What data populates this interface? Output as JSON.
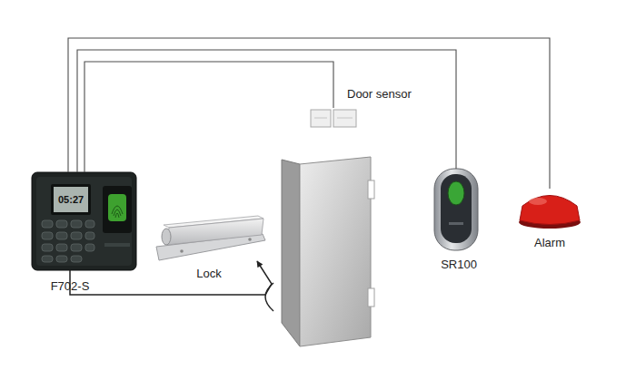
{
  "diagram": {
    "nodes": [
      {
        "text": [
          "F702-S"
        ]
      },
      {
        "text": [
          "Lock"
        ]
      },
      {
        "text": [
          "Door sensor"
        ]
      },
      {
        "text": [
          "SR100"
        ]
      },
      {
        "text": [
          "Alarm"
        ]
      }
    ],
    "edges": [
      {
        "from": 0,
        "to": 1,
        "arrow": "to"
      },
      {
        "from": 0,
        "to": 2,
        "arrow": "none"
      },
      {
        "from": 0,
        "to": 3,
        "arrow": "none"
      },
      {
        "from": 0,
        "to": 4,
        "arrow": "none"
      }
    ],
    "labels": [
      "05:27"
    ]
  }
}
